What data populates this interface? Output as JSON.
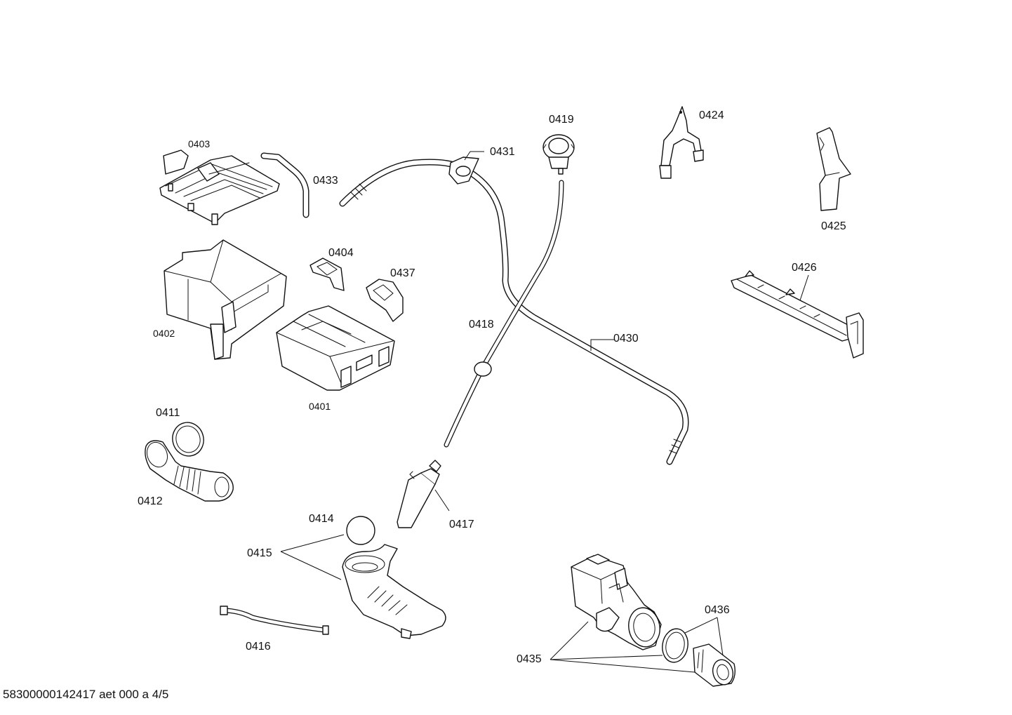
{
  "parts": {
    "p0401": "0401",
    "p0402": "0402",
    "p0403": "0403",
    "p0404": "0404",
    "p0411": "0411",
    "p0412": "0412",
    "p0414": "0414",
    "p0415": "0415",
    "p0416": "0416",
    "p0417": "0417",
    "p0418": "0418",
    "p0419": "0419",
    "p0424": "0424",
    "p0425": "0425",
    "p0426": "0426",
    "p0430": "0430",
    "p0431": "0431",
    "p0433": "0433",
    "p0435": "0435",
    "p0436": "0436",
    "p0437": "0437"
  },
  "footer": {
    "drawing_id": "58300000142417 aet 000 a 4/5"
  }
}
